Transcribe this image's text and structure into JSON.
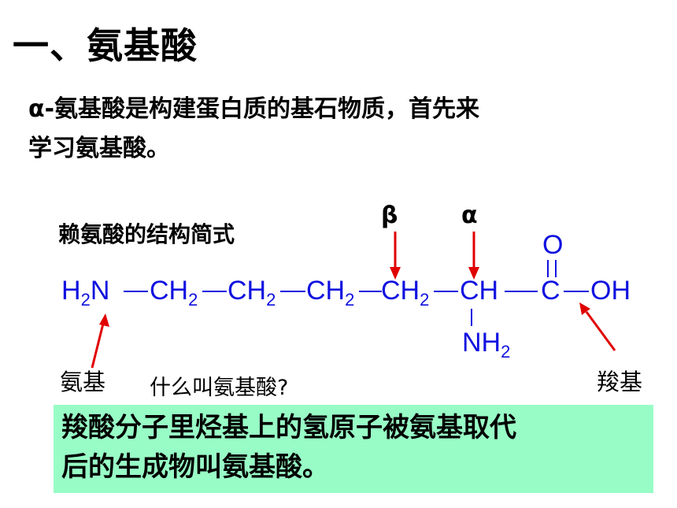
{
  "heading": {
    "text": "一、氨基酸"
  },
  "intro": {
    "line1": "α-氨基酸是构建蛋白质的基石物质，首先来",
    "line2": "学习氨基酸。"
  },
  "formula_section": {
    "caption": "赖氨酸的结构简式",
    "beta_label": "β",
    "alpha_label": "α",
    "groups": {
      "h2n_h": "H",
      "h2n_sub": "2",
      "h2n_n": "N",
      "ch2_c": "CH",
      "ch2_sub": "2",
      "ch": "CH",
      "nh2_nh": "NH",
      "nh2_sub": "2",
      "carbonyl_c": "C",
      "carbonyl_o": "O",
      "oh": "OH"
    },
    "amino_label": "氨基",
    "carboxyl_label": "羧基",
    "question": "什么叫氨基酸?"
  },
  "definition": {
    "line1": "羧酸分子里烃基上的氢原子被氨基取代",
    "line2": "后的生成物叫氨基酸。"
  },
  "colors": {
    "formula": "#1010e0",
    "arrow": "#e00000",
    "definition_bg": "#98fcc6"
  }
}
